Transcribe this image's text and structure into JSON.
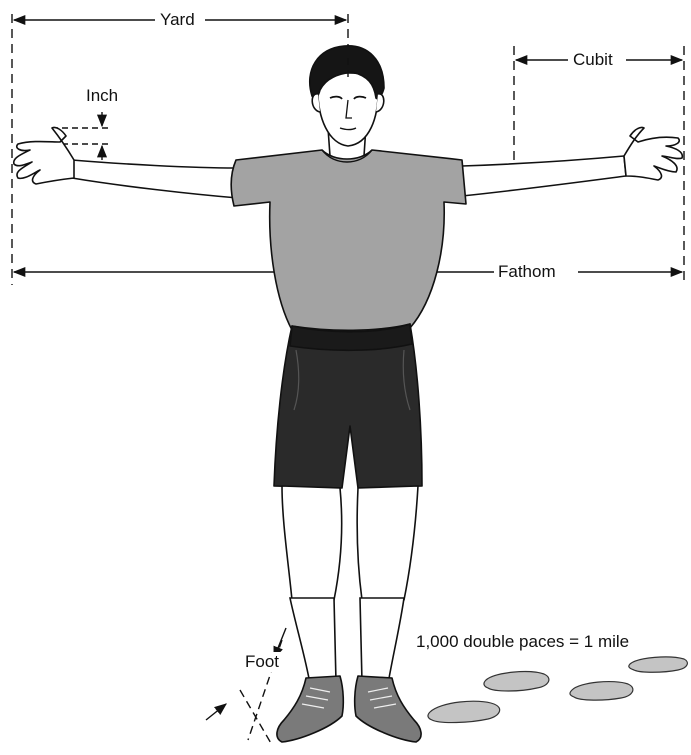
{
  "diagram": {
    "labels": {
      "yard": "Yard",
      "cubit": "Cubit",
      "inch": "Inch",
      "fathom": "Fathom",
      "foot": "Foot",
      "paces": "1,000 double paces = 1 mile"
    },
    "colors": {
      "ink": "#111111",
      "shirt": "#a3a3a3",
      "shorts": "#2a2a2a",
      "skin": "#ffffff",
      "hair": "#151515",
      "footprint": "#c4c4c4"
    }
  }
}
